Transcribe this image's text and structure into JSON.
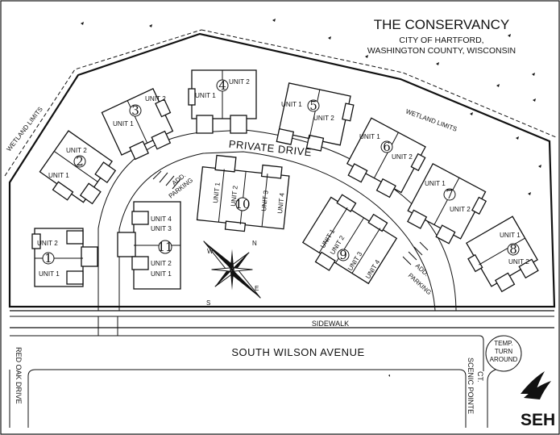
{
  "title": "THE CONSERVANCY",
  "subtitle_line1": "CITY OF HARTFORD,",
  "subtitle_line2": "WASHINGTON COUNTY, WISCONSIN",
  "roads": {
    "private_drive": "PRIVATE DRIVE",
    "sidewalk": "SIDEWALK",
    "south_wilson": "SOUTH WILSON AVENUE",
    "red_oak_1": "RED OAK DRIVE",
    "scenic_1": "SCENIC POINTE",
    "scenic_2": "CT.",
    "temp_1": "TEMP.",
    "temp_2": "TURN",
    "temp_3": "AROUND"
  },
  "wetland": {
    "left": "WETLAND LIMITS",
    "right": "WETLAND LIMITS"
  },
  "parking": {
    "top_1": "ADD.",
    "top_2": "PARKING",
    "right_1": "ADD.",
    "right_2": "PARKING"
  },
  "compass": {
    "n": "N",
    "e": "E",
    "s": "S",
    "w": "W"
  },
  "logo": "SEH",
  "buildings": [
    {
      "id": "1",
      "u2": "UNIT 2",
      "u1": "UNIT 1"
    },
    {
      "id": "2",
      "u2": "UNIT 2",
      "u1": "UNIT 1"
    },
    {
      "id": "3",
      "u2": "UNIT 2",
      "u1": "UNIT 1"
    },
    {
      "id": "4",
      "u2": "UNIT 2",
      "u1": "UNIT 1"
    },
    {
      "id": "5",
      "u1": "UNIT 1",
      "u2": "UNIT 2"
    },
    {
      "id": "6",
      "u1": "UNIT 1",
      "u2": "UNIT 2"
    },
    {
      "id": "7",
      "u1": "UNIT 1",
      "u2": "UNIT 2"
    },
    {
      "id": "8",
      "u1": "UNIT 1",
      "u2": "UNIT 2"
    },
    {
      "id": "9",
      "u1": "UNIT 1",
      "u2": "UNIT 2",
      "u3": "UNIT 3",
      "u4": "UNIT 4"
    },
    {
      "id": "10",
      "u1": "UNIT 1",
      "u2": "UNIT 2",
      "u3": "UNIT 3",
      "u4": "UNIT 4"
    },
    {
      "id": "11",
      "u4": "UNIT 4",
      "u3": "UNIT 3",
      "u2": "UNIT 2",
      "u1": "UNIT 1"
    }
  ]
}
